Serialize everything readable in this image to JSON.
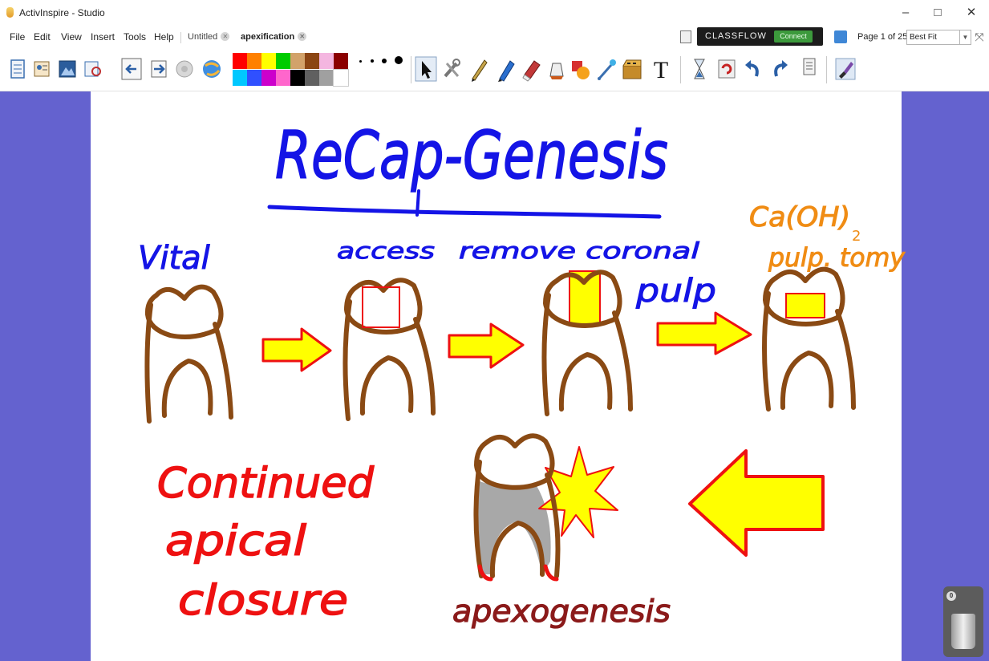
{
  "window": {
    "title": "ActivInspire - Studio",
    "buttons": [
      "–",
      "□",
      "✕"
    ]
  },
  "menu": [
    "File",
    "Edit",
    "View",
    "Insert",
    "Tools",
    "Help"
  ],
  "tabs": [
    {
      "label": "Untitled",
      "active": false
    },
    {
      "label": "apexification",
      "active": true
    }
  ],
  "classflow": {
    "label": "CLASSFLOW",
    "connect_label": "Connect"
  },
  "page_nav": {
    "indicator": "Page 1 of 25",
    "zoom": "Best Fit"
  },
  "toolbar": {
    "tools_left": [
      "main-menu-icon",
      "profile-icon",
      "browser-icon",
      "property-icon",
      "prev-page-icon",
      "next-page-icon",
      "record-icon",
      "web-browser-icon"
    ],
    "colors": [
      "#ff0000",
      "#ff8000",
      "#ffff00",
      "#00cc00",
      "#d2a26a",
      "#8b4513",
      "#f4b6e0",
      "#8b0000",
      "#00c8ff",
      "#3050ff",
      "#cc00cc",
      "#ff66cc",
      "#000000",
      "#606060",
      "#a0a0a0",
      "#ffffff"
    ],
    "tools_right": [
      "select-icon",
      "tools-icon",
      "pen-icon",
      "highlighter-icon",
      "eraser-icon",
      "fill-icon",
      "shape-icon",
      "connector-icon",
      "resources-icon",
      "text-icon",
      "undo-icon",
      "reset-icon",
      "undo-arrow-icon",
      "redo-arrow-icon",
      "page-icon",
      "marker-icon"
    ]
  },
  "flipchart": {
    "heading": "ReCap-Genesis",
    "labels": {
      "vital": "Vital",
      "access": "access",
      "remove_coronal": "remove coronal",
      "pulp": "pulp",
      "caoh2": "Ca(OH)",
      "caoh2_sub": "2",
      "pulpotomy": "pulp. tomy",
      "continued": "Continued",
      "apical": "apical",
      "closure": "closure",
      "apexogenesis": "apexogenesis"
    },
    "colors": {
      "blue_ink": "#1414e6",
      "orange_ink": "#f08c14",
      "red_ink": "#ee1111",
      "darkred_ink": "#8b1a1a",
      "tooth": "#8a4a14",
      "arrow_fill": "#ffff00",
      "arrow_stroke": "#ee1111"
    }
  },
  "trash": {
    "count": "0"
  }
}
